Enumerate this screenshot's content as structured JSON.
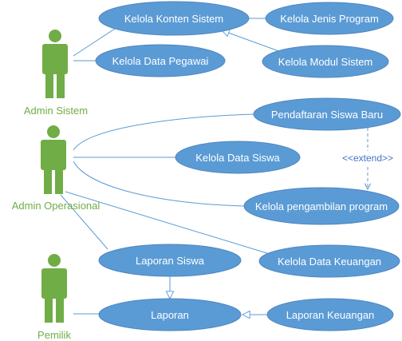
{
  "colors": {
    "use_case_fill": "#5B9BD5",
    "use_case_stroke": "#4F86BF",
    "actor_fill": "#70AD47",
    "line": "#5B9BD5",
    "label_green": "#70AD47"
  },
  "actors": {
    "admin_sistem": "Admin Sistem",
    "admin_operasional": "Admin Operasional",
    "pemilik": "Pemilik"
  },
  "use_cases": {
    "kelola_konten_sistem": "Kelola Konten Sistem",
    "kelola_jenis_program": "Kelola Jenis Program",
    "kelola_data_pegawai": "Kelola Data Pegawai",
    "kelola_modul_sistem": "Kelola Modul Sistem",
    "pendaftaran_siswa_baru": "Pendaftaran Siswa Baru",
    "kelola_data_siswa": "Kelola Data Siswa",
    "kelola_pengambilan_program": "Kelola pengambilan program",
    "laporan_siswa": "Laporan Siswa",
    "kelola_data_keuangan": "Kelola Data Keuangan",
    "laporan": "Laporan",
    "laporan_keuangan": "Laporan Keuangan"
  },
  "relations": {
    "extend_label": "<<extend>>"
  }
}
